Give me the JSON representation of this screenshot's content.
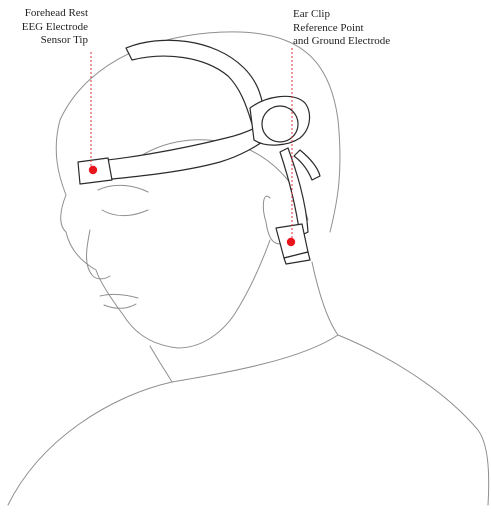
{
  "labels": {
    "left": [
      "Forehead  Rest",
      "EEG Electrode",
      "Sensor Tip"
    ],
    "right": [
      "Ear Clip",
      "Reference Point",
      "and Ground Electrode"
    ]
  },
  "colors": {
    "line_art": "#8f8f8f",
    "headset_outline": "#2b2b2b",
    "electrode_dot": "#e8141e",
    "leader_line": "#d9363e",
    "text": "#222222"
  }
}
